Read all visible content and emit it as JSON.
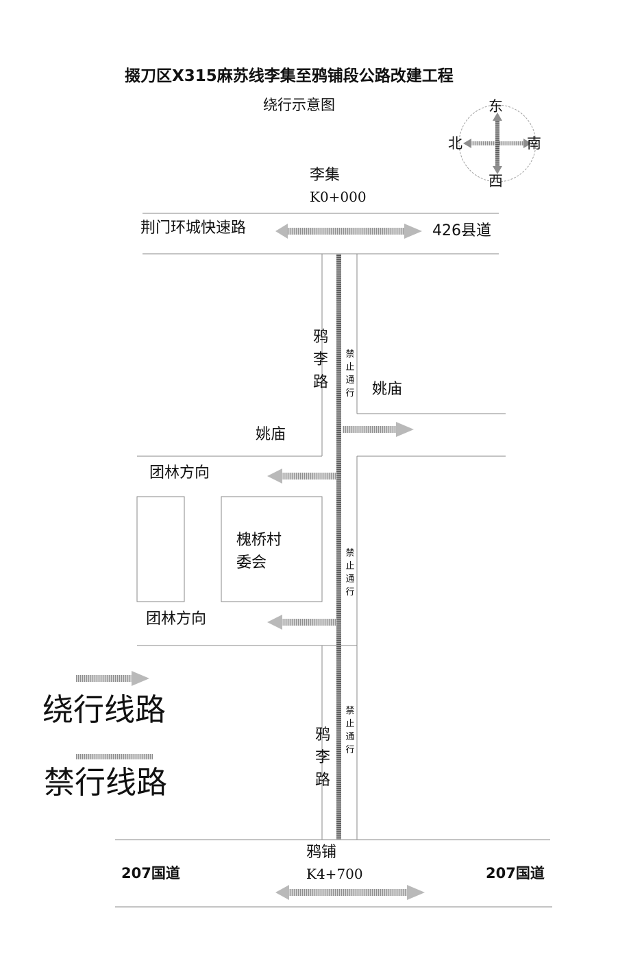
{
  "title": {
    "line1": "掇刀区X315麻苏线李集至鸦铺段公路改建工程",
    "line2": "绕行示意图"
  },
  "compass": {
    "east": "东",
    "west": "西",
    "north": "北",
    "south": "南"
  },
  "start": {
    "name": "李集",
    "stake": "K0+000"
  },
  "end": {
    "name": "鸦铺",
    "stake": "K4+700"
  },
  "roads": {
    "top_left": "荆门环城快速路",
    "top_right": "426县道",
    "bottom_left": "207国道",
    "bottom_right": "207国道",
    "main_upper": "鸦李路",
    "main_lower": "鸦李路"
  },
  "places": {
    "yaomiao_right": "姚庙",
    "yaomiao_left": "姚庙",
    "tuanlin_upper": "团林方向",
    "tuanlin_lower": "团林方向",
    "village_committee": "槐桥村委会"
  },
  "closure_labels": [
    "禁止通行",
    "禁止通行",
    "禁止通行"
  ],
  "legend": {
    "detour": "绕行线路",
    "closed": "禁行线路"
  },
  "colors": {
    "detour_arrow": "#b9b9b9",
    "closed_route": "#6e6e6e",
    "road_line": "#8a8a8a",
    "text": "#111111"
  }
}
